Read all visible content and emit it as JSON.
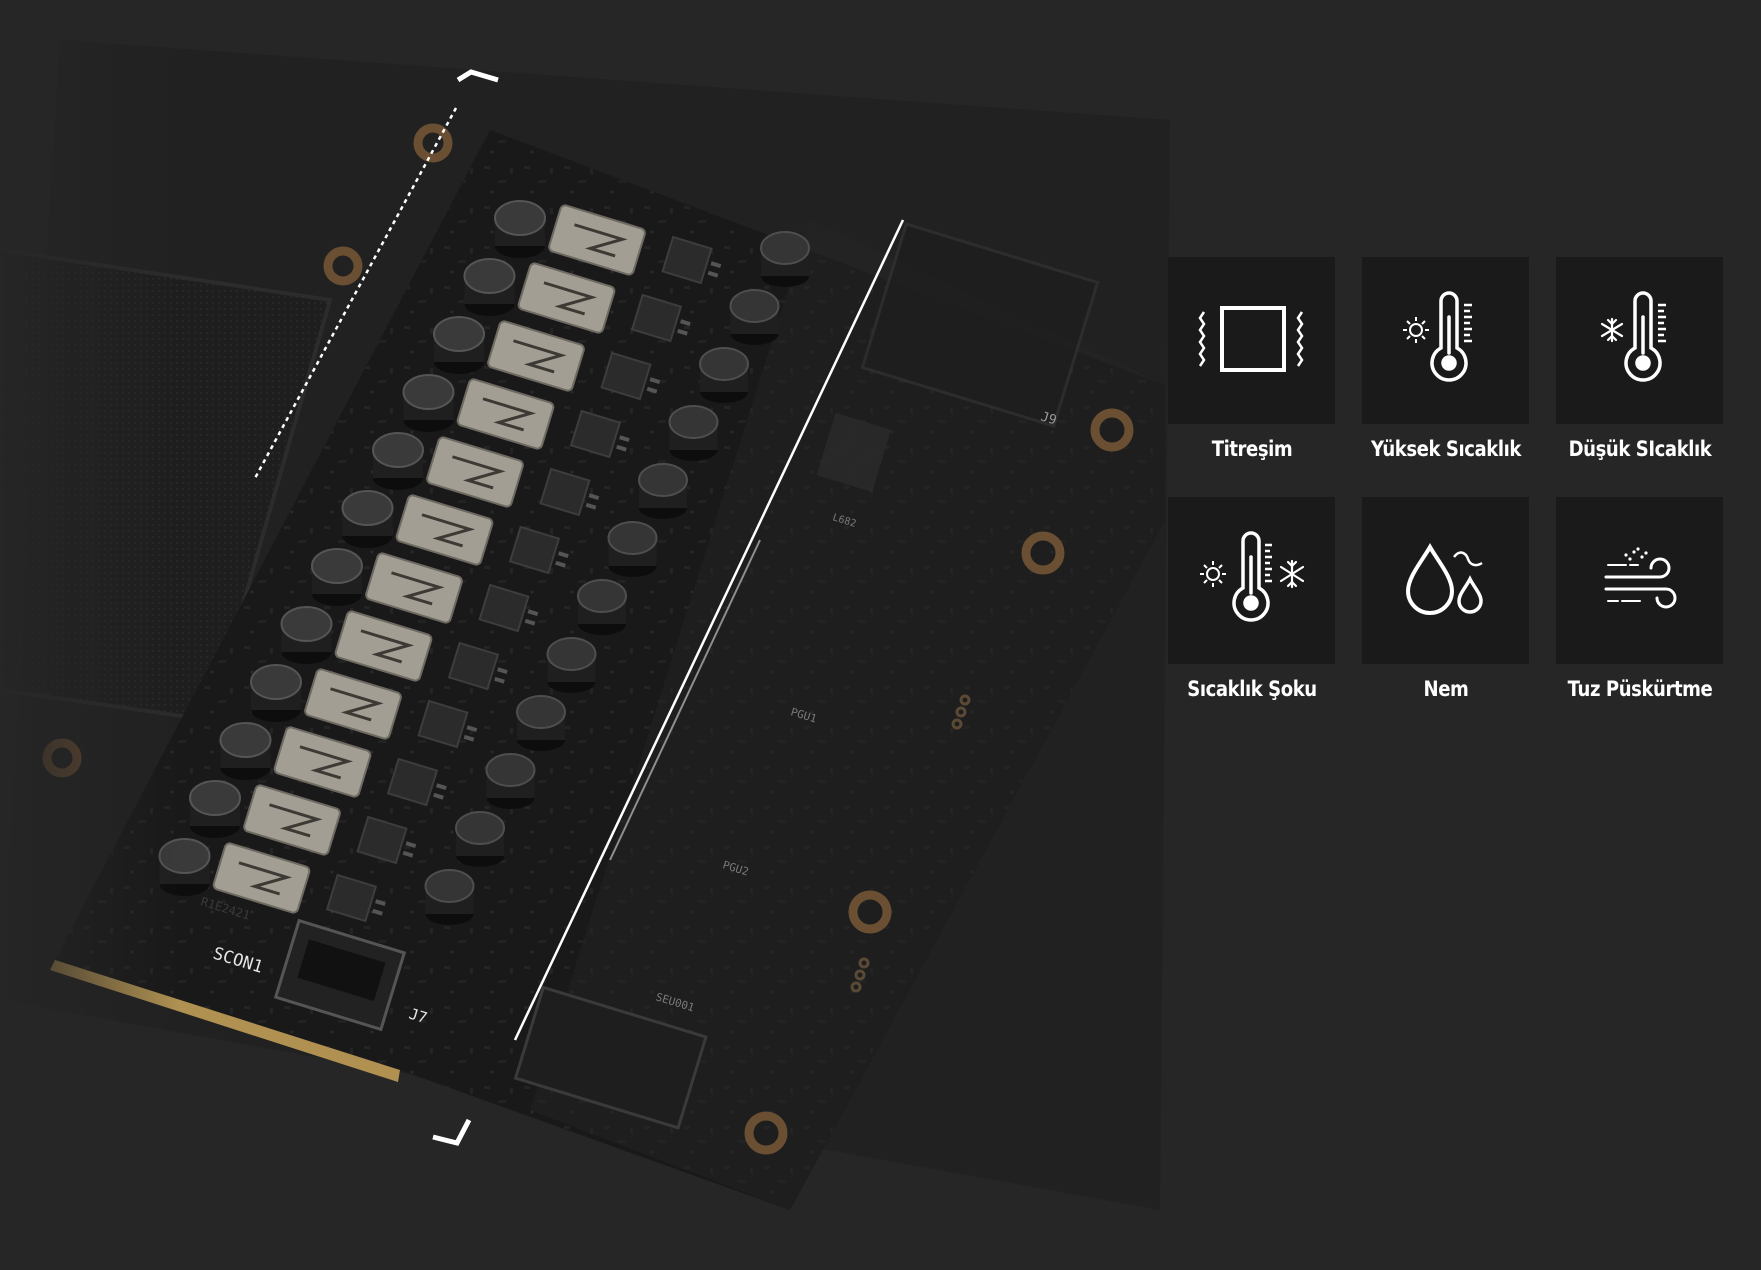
{
  "features": [
    {
      "label": "Titreşim",
      "icon": "vibration-icon"
    },
    {
      "label": "Yüksek Sıcaklık",
      "icon": "high-temperature-icon"
    },
    {
      "label": "Düşük SIcaklık",
      "icon": "low-temperature-icon"
    },
    {
      "label": "Sıcaklık Şoku",
      "icon": "thermal-shock-icon"
    },
    {
      "label": "Nem",
      "icon": "humidity-icon"
    },
    {
      "label": "Tuz Püskürtme",
      "icon": "salt-spray-icon"
    }
  ],
  "board": {
    "labels": [
      "SCON1",
      "J7",
      "J9",
      "PGU1",
      "PGU2",
      "SEU001",
      "L682",
      "R1E2421"
    ]
  },
  "colors": {
    "background": "#262626",
    "tile": "#1a1a1a",
    "text": "#ffffff",
    "board": "#161616",
    "inductor": "#a39e93",
    "gold": "#c9a55a"
  }
}
